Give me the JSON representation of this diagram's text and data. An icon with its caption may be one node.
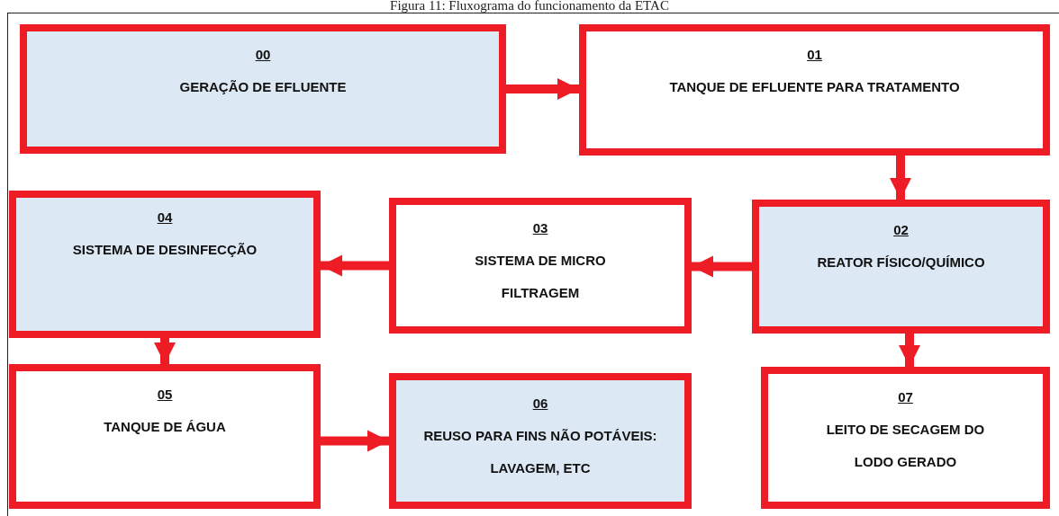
{
  "diagram": {
    "title": "Figura 11: Fluxograma do funcionamento da ETAC",
    "nodes": [
      {
        "text": [
          "00",
          "GERAÇÃO DE EFLUENTE"
        ]
      },
      {
        "text": [
          "01",
          "TANQUE DE EFLUENTE PARA TRATAMENTO"
        ]
      },
      {
        "text": [
          "02",
          "REATOR FÍSICO/QUÍMICO"
        ]
      },
      {
        "text": [
          "03",
          "SISTEMA DE MICRO FILTRAGEM"
        ]
      },
      {
        "text": [
          "04",
          "SISTEMA DE DESINFECÇÃO"
        ]
      },
      {
        "text": [
          "05",
          "TANQUE DE ÁGUA"
        ]
      },
      {
        "text": [
          "06",
          "REUSO PARA FINS NÃO POTÁVEIS: LAVAGEM, ETC"
        ]
      },
      {
        "text": [
          "07",
          "LEITO DE SECAGEM DO LODO GERADO"
        ]
      }
    ],
    "edges": [
      {
        "from": 0,
        "to": 1,
        "arrow": "to"
      },
      {
        "from": 1,
        "to": 2,
        "arrow": "to"
      },
      {
        "from": 2,
        "to": 3,
        "arrow": "to"
      },
      {
        "from": 3,
        "to": 4,
        "arrow": "to"
      },
      {
        "from": 4,
        "to": 5,
        "arrow": "to"
      },
      {
        "from": 5,
        "to": 6,
        "arrow": "to"
      },
      {
        "from": 2,
        "to": 7,
        "arrow": "to"
      }
    ]
  }
}
